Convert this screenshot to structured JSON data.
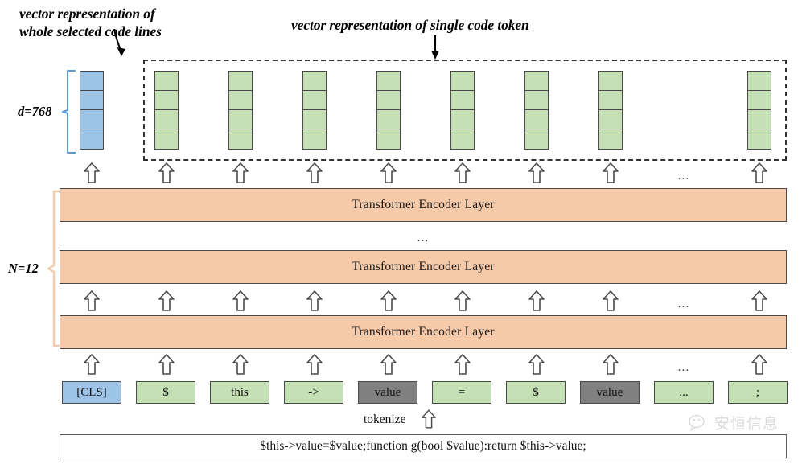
{
  "figure": {
    "title_annotations": {
      "left_caption": "vector representation of\nwhole selected code lines",
      "right_caption": "vector representation of single code token"
    },
    "dimension_label": "d=768",
    "layer_count_label": "N=12",
    "encoder_layer_label": "Transformer Encoder Layer",
    "tokenize_label": "tokenize",
    "code_line": "$this->value=$value;function g(bool $value):return $this->value;",
    "ellipsis": "...",
    "watermark_text": "安恒信息"
  },
  "colors": {
    "token_green": "#c5e0b4",
    "token_blue": "#9dc3e6",
    "token_gray": "#808080",
    "encoder_peach": "#f6c9a8",
    "outline": "#4a4a4a",
    "bracket_blue": "#5b9bd5",
    "bracket_peach": "#f6c9a8"
  },
  "output_vectors": [
    {
      "name": "cls-output-vector",
      "color": "blue",
      "cells": 4
    },
    {
      "name": "token-output-vector-1",
      "color": "green",
      "cells": 4
    },
    {
      "name": "token-output-vector-2",
      "color": "green",
      "cells": 4
    },
    {
      "name": "token-output-vector-3",
      "color": "green",
      "cells": 4
    },
    {
      "name": "token-output-vector-4",
      "color": "green",
      "cells": 4
    },
    {
      "name": "token-output-vector-5",
      "color": "green",
      "cells": 4
    },
    {
      "name": "token-output-vector-6",
      "color": "green",
      "cells": 4
    },
    {
      "name": "token-output-vector-7",
      "color": "green",
      "cells": 4
    },
    {
      "name": "token-output-vector-last",
      "color": "green",
      "cells": 4
    }
  ],
  "encoder_layers": [
    {
      "label": "Transformer Encoder Layer"
    },
    {
      "label": "Transformer Encoder Layer"
    },
    {
      "label": "Transformer Encoder Layer"
    }
  ],
  "tokens": [
    {
      "label": "[CLS]",
      "color": "blue"
    },
    {
      "label": "$",
      "color": "green"
    },
    {
      "label": "this",
      "color": "green"
    },
    {
      "label": "->",
      "color": "green"
    },
    {
      "label": "value",
      "color": "gray"
    },
    {
      "label": "=",
      "color": "green"
    },
    {
      "label": "$",
      "color": "green"
    },
    {
      "label": "value",
      "color": "gray"
    },
    {
      "label": "...",
      "color": "green"
    },
    {
      "label": ";",
      "color": "green"
    }
  ]
}
